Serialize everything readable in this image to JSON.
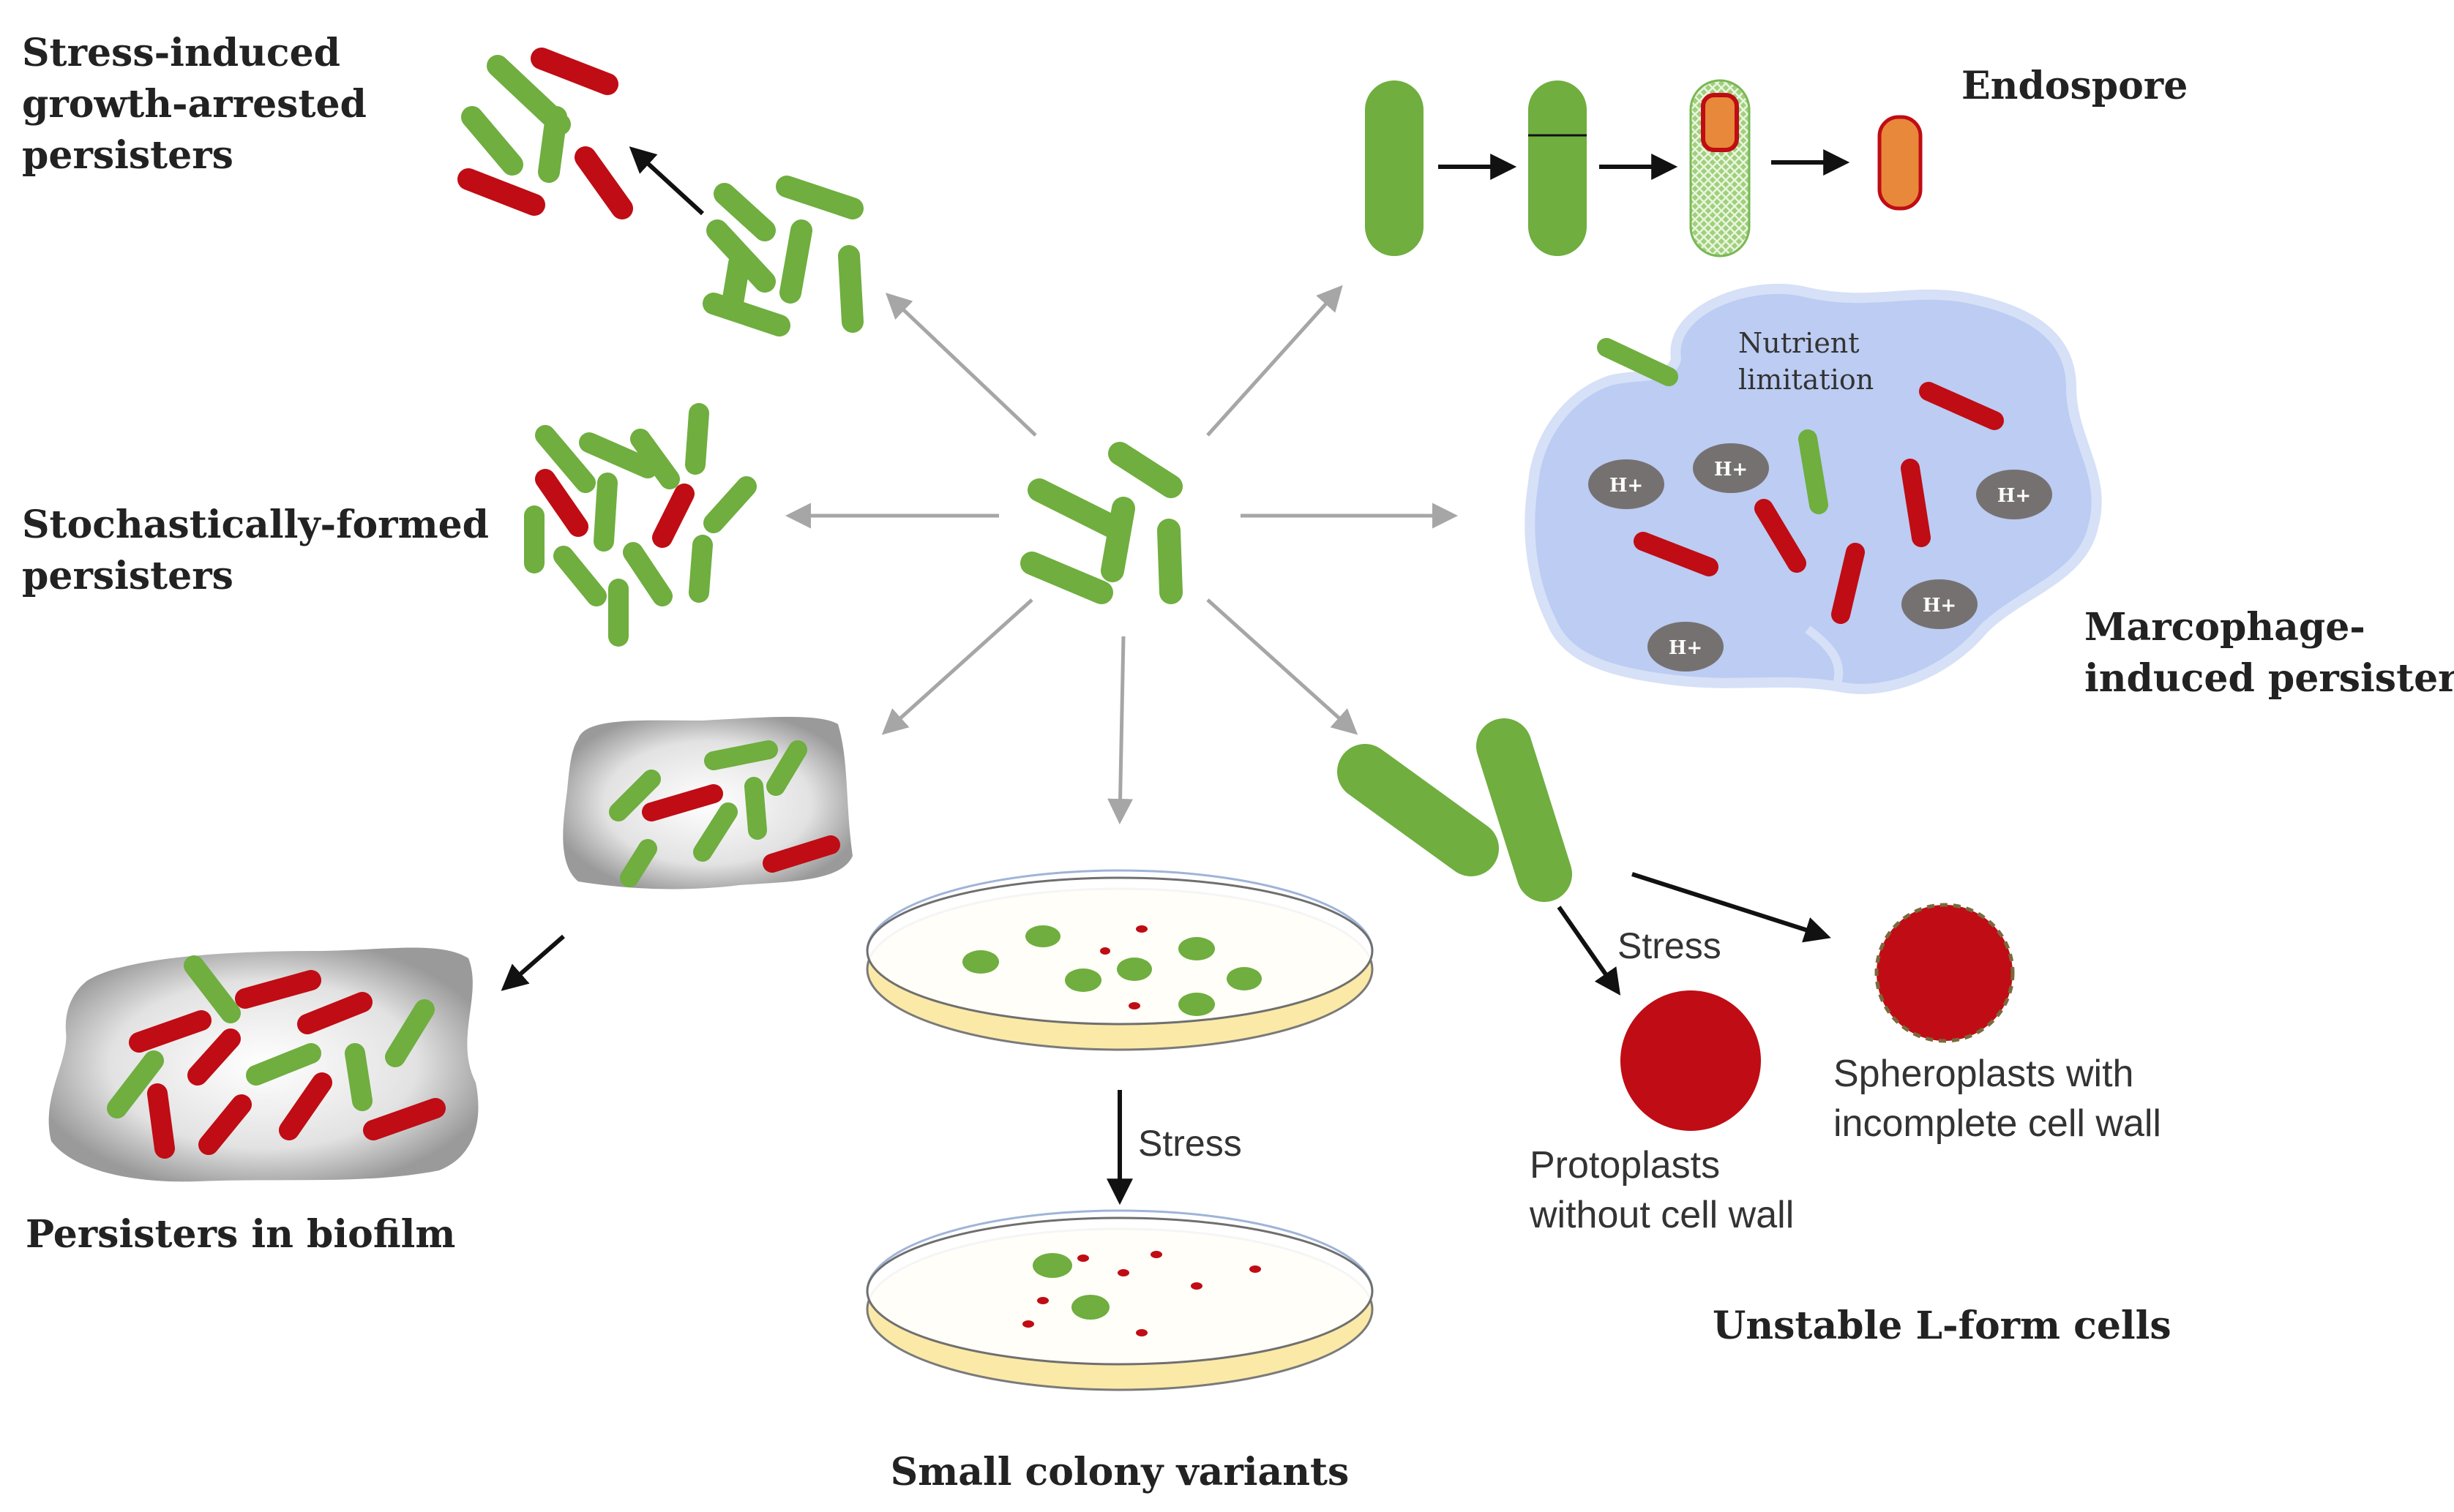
{
  "labels": {
    "stress_induced": [
      "Stress-induced",
      "growth-arrested",
      "persisters"
    ],
    "stochastic": [
      "Stochastically-formed",
      "persisters"
    ],
    "biofilm": "Persisters in biofilm",
    "small_colony": "Small colony variants",
    "endospore": "Endospore",
    "macrophage": [
      "Marcophage-",
      "induced persisters"
    ],
    "nutrient": [
      "Nutrient",
      "limitation"
    ],
    "hplus": "H+",
    "stress": "Stress",
    "protoplasts": [
      "Protoplasts",
      "without cell wall"
    ],
    "spheroplasts": [
      "Spheroplasts  with",
      "incomplete  cell wall"
    ],
    "lform": "Unstable L-form cells"
  },
  "colors": {
    "green": "#6fae3f",
    "red": "#c00c14",
    "orange": "#e8883a",
    "grey_arrow": "#a6a6a6",
    "macrophage": "#bcccf2",
    "plate_agar": "#fbe9a8",
    "hplus_bubble": "#767171"
  }
}
